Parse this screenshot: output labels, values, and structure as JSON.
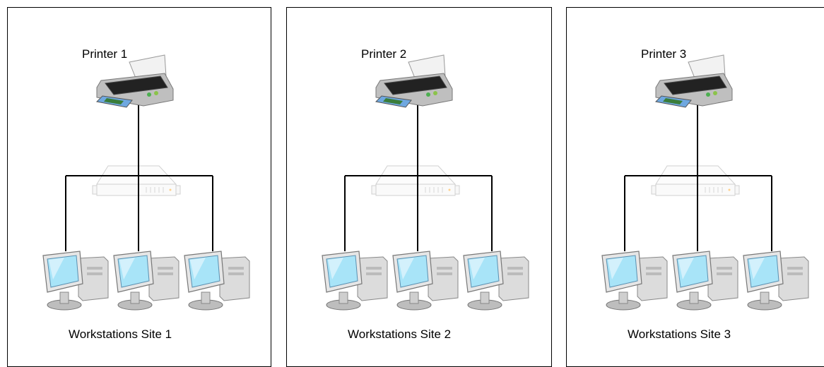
{
  "panels": [
    {
      "printer_label": "Printer 1",
      "site_label": "Workstations Site 1"
    },
    {
      "printer_label": "Printer 2",
      "site_label": "Workstations Site 2"
    },
    {
      "printer_label": "Printer 3",
      "site_label": "Workstations Site 3"
    }
  ],
  "icons": {
    "printer": "printer-icon",
    "router": "network-switch-icon",
    "workstation": "workstation-icon"
  },
  "colors": {
    "line": "#000000",
    "screen": "#a8e4f8",
    "faint": "#c8c8c8"
  }
}
